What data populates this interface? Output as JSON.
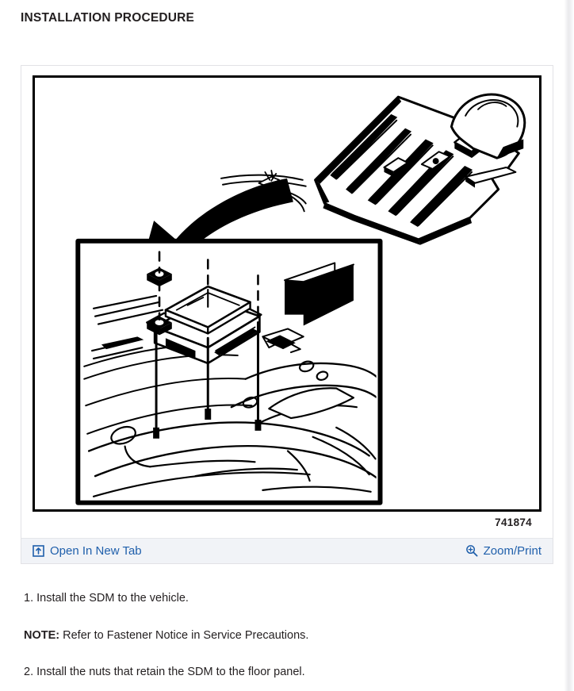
{
  "page": {
    "title": "INSTALLATION PROCEDURE",
    "background_color": "#ffffff",
    "text_color": "#231f20"
  },
  "figure": {
    "caption_number": "741874",
    "alt": "Exploded view illustration of the vehicle floor panel with a callout box showing the SDM module positioned above three mounting studs with retaining nuts.",
    "frame_border_color": "#000000",
    "card_border_color": "#e2e2e6"
  },
  "toolbar": {
    "background_color": "#f1f3f7",
    "link_color": "#1f5fab",
    "open_new_tab": {
      "label": "Open In New Tab",
      "icon": "open-in-new-tab-icon"
    },
    "zoom_print": {
      "label": "Zoom/Print",
      "icon": "magnifier-plus-icon"
    }
  },
  "steps": [
    {
      "text": "1. Install the SDM to the vehicle."
    },
    {
      "label": "NOTE:",
      "text": " Refer to Fastener Notice in Service Precautions."
    },
    {
      "text": "2. Install the nuts that retain the SDM to the floor panel."
    }
  ]
}
